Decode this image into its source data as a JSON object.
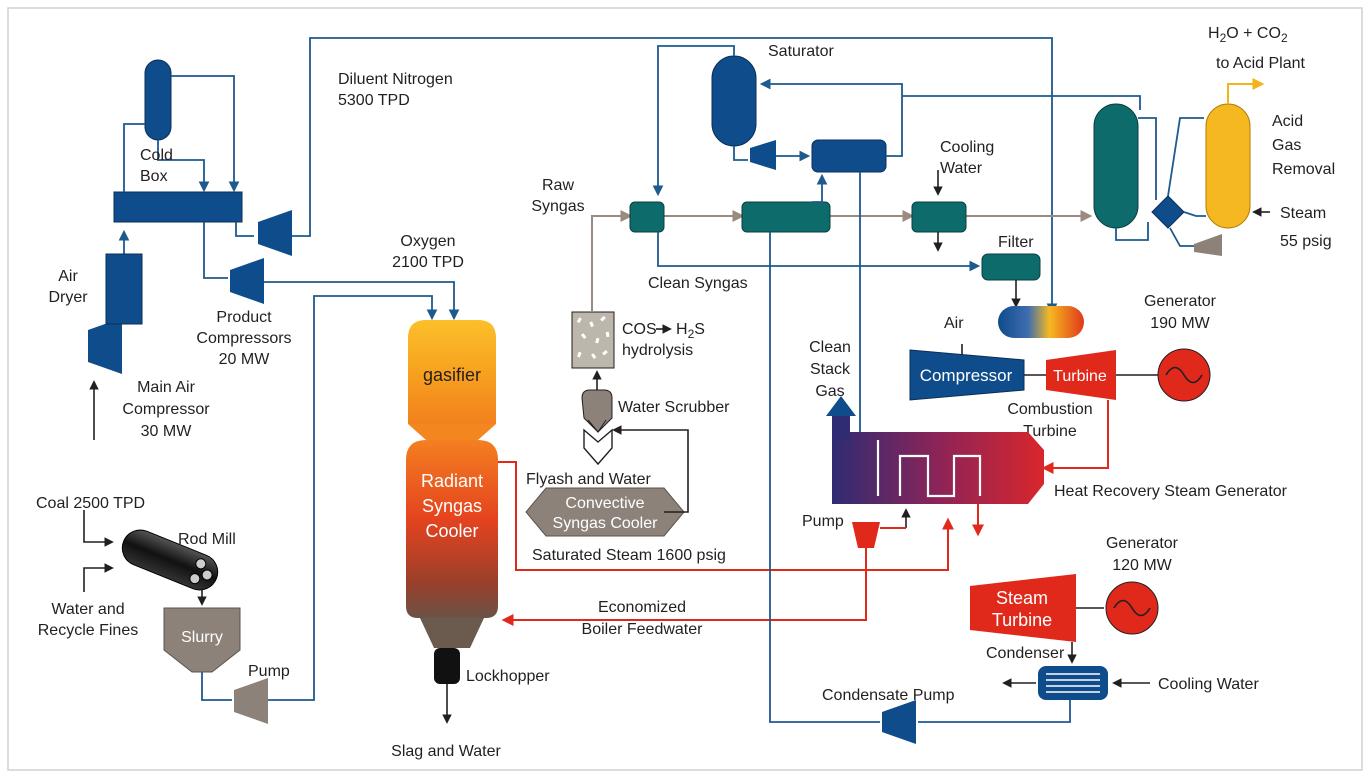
{
  "labels": {
    "diluent_nitrogen": [
      "Diluent Nitrogen",
      "5300 TPD"
    ],
    "cold_box": [
      "Cold",
      "Box"
    ],
    "air_dryer": [
      "Air",
      "Dryer"
    ],
    "product_compressors": [
      "Product",
      "Compressors",
      "20 MW"
    ],
    "main_air_compressor": [
      "Main Air",
      "Compressor",
      "30 MW"
    ],
    "oxygen": [
      "Oxygen",
      "2100 TPD"
    ],
    "coal": "Coal 2500 TPD",
    "rod_mill": "Rod Mill",
    "water_recycle": [
      "Water and",
      "Recycle Fines"
    ],
    "slurry": "Slurry",
    "pump_slurry": "Pump",
    "gasifier": "gasifier",
    "radiant_syngas_cooler": [
      "Radiant",
      "Syngas",
      "Cooler"
    ],
    "lockhopper": "Lockhopper",
    "slag_water": "Slag and Water",
    "raw_syngas": [
      "Raw",
      "Syngas"
    ],
    "cos_hydrolysis": [
      "COS",
      "H",
      "2",
      "S",
      "hydrolysis"
    ],
    "water_scrubber": "Water Scrubber",
    "flyash_water": "Flyash and Water",
    "convective_syngas_cooler": [
      "Convective",
      "Syngas Cooler"
    ],
    "saturated_steam": "Saturated Steam 1600 psig",
    "economized_bfw": [
      "Economized",
      "Boiler Feedwater"
    ],
    "saturator": "Saturator",
    "clean_syngas": "Clean Syngas",
    "cooling_water_top": [
      "Cooling",
      "Water"
    ],
    "filter": "Filter",
    "h2o_co2": [
      "H",
      "2",
      "O + CO",
      "2",
      "to Acid Plant"
    ],
    "acid_gas_removal": [
      "Acid",
      "Gas",
      "Removal"
    ],
    "steam_55": [
      "Steam",
      "55 psig"
    ],
    "air": "Air",
    "compressor": "Compressor",
    "turbine": "Turbine",
    "generator_190": [
      "Generator",
      "190 MW"
    ],
    "combustion_turbine": [
      "Combustion",
      "Turbine"
    ],
    "clean_stack_gas": [
      "Clean",
      "Stack",
      "Gas"
    ],
    "hrsg": "Heat Recovery Steam Generator",
    "pump_hrsg": "Pump",
    "generator_120": [
      "Generator",
      "120 MW"
    ],
    "steam_turbine": [
      "Steam",
      "Turbine"
    ],
    "condenser": "Condenser",
    "cooling_water_bottom": "Cooling Water",
    "condensate_pump": "Condensate Pump"
  },
  "colors": {
    "equipment_blue": "#0e4c8c",
    "equipment_teal": "#0d6b6b",
    "equipment_gray": "#8c8279",
    "gasifier_orange": "#f6a61d",
    "turbine_red": "#e0281b",
    "acid_gas_yellow": "#f6b820",
    "pipe_blue": "#1d5a8e",
    "pipe_red": "#e0281b",
    "pipe_gray": "#9b8a80"
  }
}
